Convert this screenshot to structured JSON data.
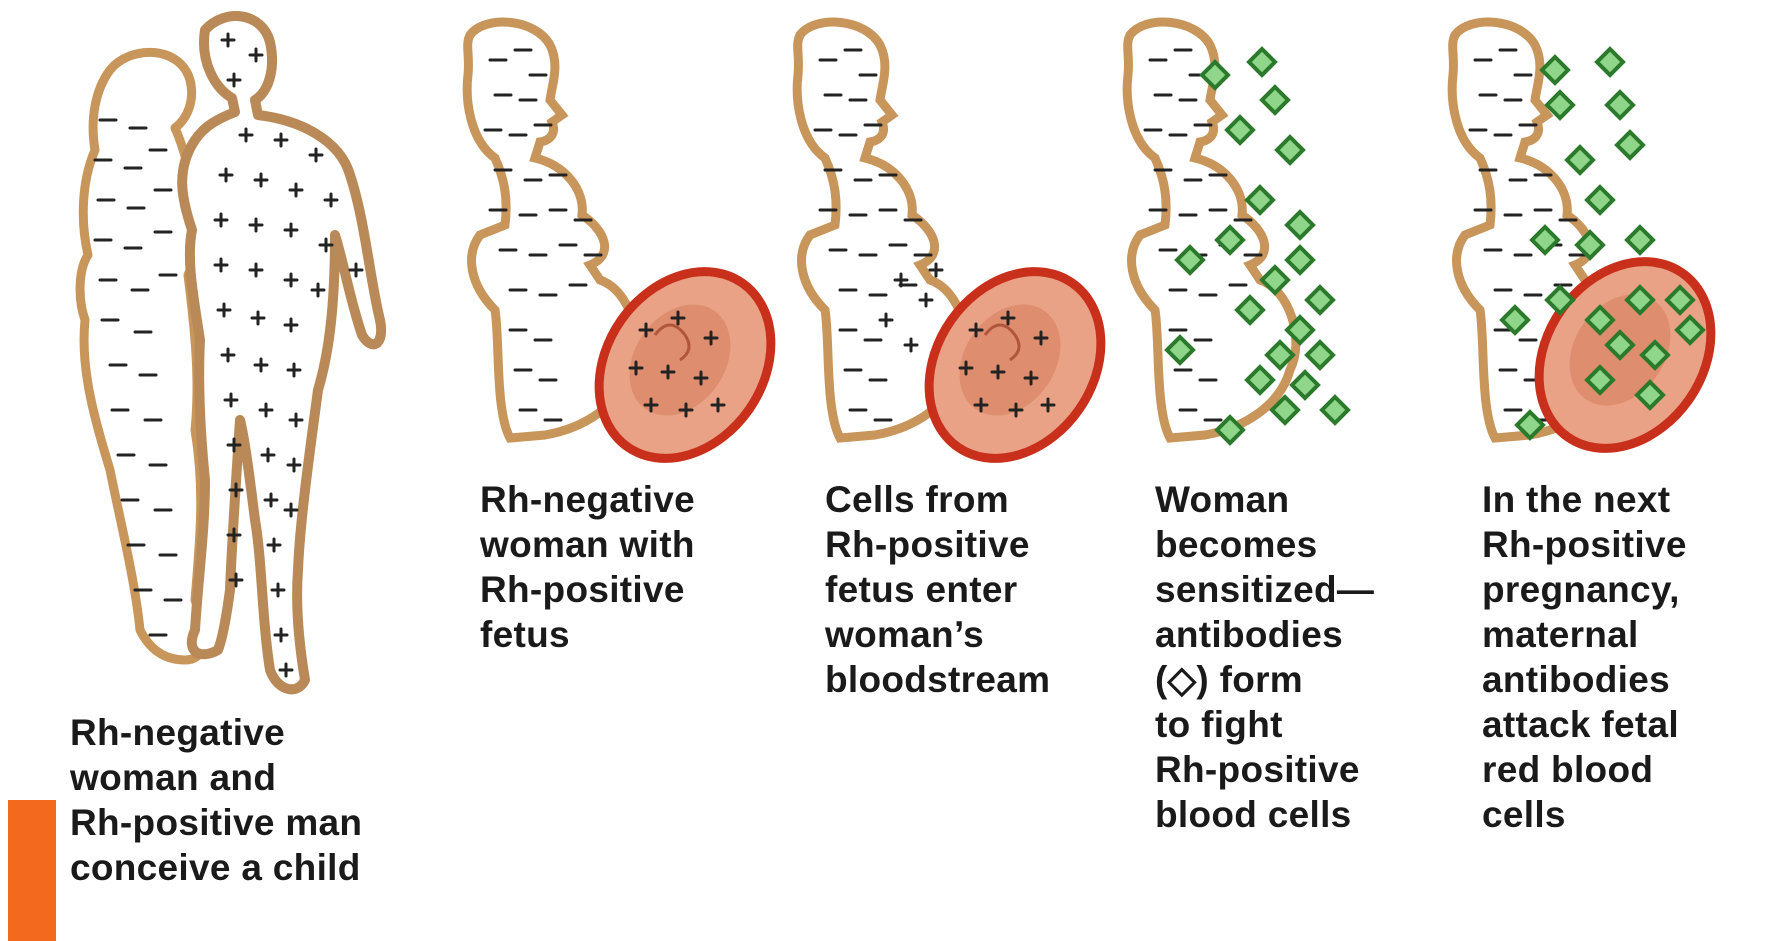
{
  "colors": {
    "outline": "#c8955a",
    "man_outline": "#b98a57",
    "rh_sign": "#222222",
    "antibody_fill": "#8fd68a",
    "antibody_stroke": "#2b7a2b",
    "uterus_outline": "#c9301c",
    "uterus_fill": "#e9a285",
    "fetus_fill": "#d77c5c",
    "accent_bar": "#f36a1e"
  },
  "icons": {
    "negative": "minus-sign-icon",
    "positive": "plus-sign-icon",
    "antibody": "green-diamond-antibody-icon"
  },
  "panels": [
    {
      "id": "couple",
      "caption_lines": [
        "Rh-negative",
        "woman and",
        "Rh-positive man",
        "conceive a child"
      ]
    },
    {
      "id": "pregnant",
      "caption_lines": [
        "Rh-negative",
        "woman with",
        "Rh-positive",
        "fetus"
      ]
    },
    {
      "id": "cells-enter",
      "caption_lines": [
        "Cells from",
        "Rh-positive",
        "fetus enter",
        "woman’s",
        "bloodstream"
      ]
    },
    {
      "id": "sensitized",
      "caption_lines": [
        "Woman",
        "becomes",
        "sensitized—",
        "antibodies",
        "(◇) form",
        "to fight",
        "Rh-positive",
        "blood cells"
      ]
    },
    {
      "id": "attack",
      "caption_lines": [
        "In the next",
        "Rh-positive",
        "pregnancy,",
        "maternal",
        "antibodies",
        "attack fetal",
        "red blood",
        "cells"
      ]
    }
  ]
}
